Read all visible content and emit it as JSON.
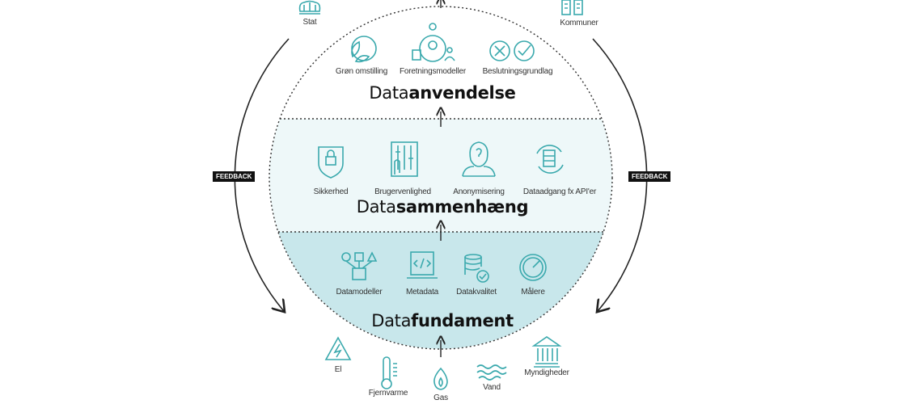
{
  "colors": {
    "accent": "#3aa9ad",
    "band_middle": "#eef8f9",
    "band_bottom": "#c8e7eb",
    "feedback_bg": "#111111"
  },
  "stakeholders_top": [
    {
      "label": "Stat",
      "icon": "crown-icon"
    },
    {
      "label": "Kommuner",
      "icon": "buildings-icon"
    }
  ],
  "feedback": {
    "left": "FEEDBACK",
    "right": "FEEDBACK"
  },
  "layers": {
    "anvendelse": {
      "title_prefix": "Data",
      "title_bold": "anvendelse",
      "items": [
        {
          "label": "Grøn omstilling",
          "icon": "globe-leaf-icon"
        },
        {
          "label": "Foretningsmodeller",
          "icon": "business-model-icon"
        },
        {
          "label": "Beslutningsgrundlag",
          "icon": "decision-icon"
        }
      ]
    },
    "sammenhaeng": {
      "title_prefix": "Data",
      "title_bold": "sammenhæng",
      "items": [
        {
          "label": "Sikkerhed",
          "icon": "shield-lock-icon"
        },
        {
          "label": "Brugervenlighed",
          "icon": "touch-sliders-icon"
        },
        {
          "label": "Anonymisering",
          "icon": "anonymous-person-icon"
        },
        {
          "label": "Dataadgang fx API'er",
          "icon": "data-sync-icon"
        }
      ]
    },
    "fundament": {
      "title_prefix": "Data",
      "title_bold": "fundament",
      "items": [
        {
          "label": "Datamodeller",
          "icon": "data-model-icon"
        },
        {
          "label": "Metadata",
          "icon": "laptop-code-icon"
        },
        {
          "label": "Datakvalitet",
          "icon": "database-check-icon"
        },
        {
          "label": "Målere",
          "icon": "gauge-icon"
        }
      ]
    }
  },
  "sources": [
    {
      "label": "El",
      "icon": "electricity-icon"
    },
    {
      "label": "Fjernvarme",
      "icon": "thermometer-icon"
    },
    {
      "label": "Gas",
      "icon": "flame-icon"
    },
    {
      "label": "Vand",
      "icon": "water-icon"
    },
    {
      "label": "Myndigheder",
      "icon": "institution-icon"
    }
  ]
}
